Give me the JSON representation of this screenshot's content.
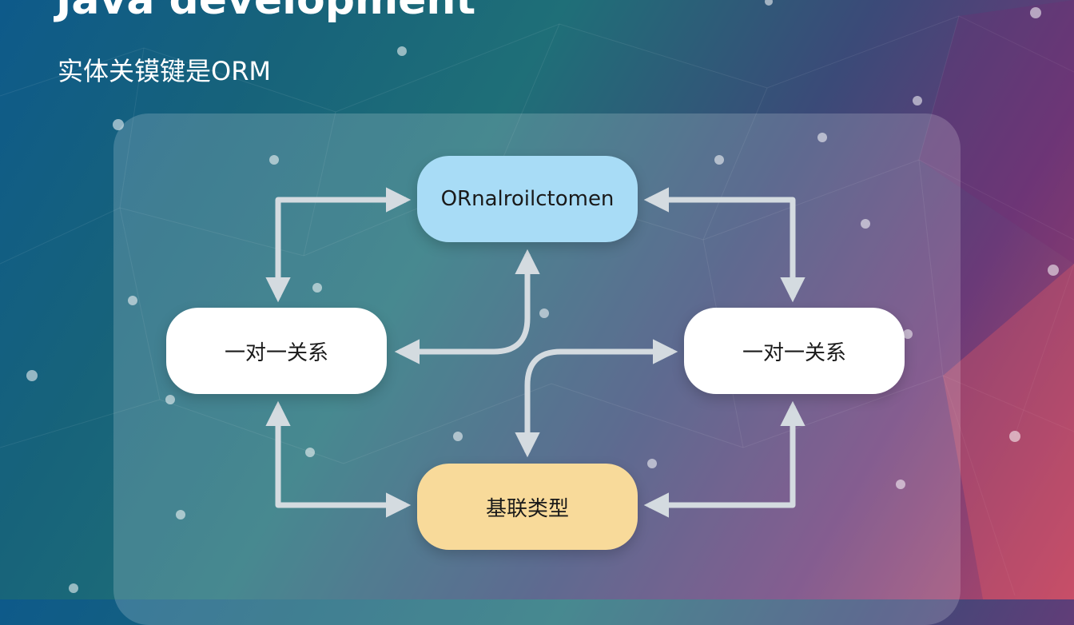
{
  "slide": {
    "title": "Java development",
    "subtitle": "实体关镆键是ORM"
  },
  "diagram": {
    "nodes": {
      "top": "ORnalroilctomen",
      "left": "一对一关系",
      "right": "一对一关系",
      "bottom": "基联类型"
    }
  },
  "colors": {
    "node_top": "#a8dcf6",
    "node_side": "#ffffff",
    "node_bottom": "#f8da9a",
    "arrow": "#d4dbe0"
  }
}
